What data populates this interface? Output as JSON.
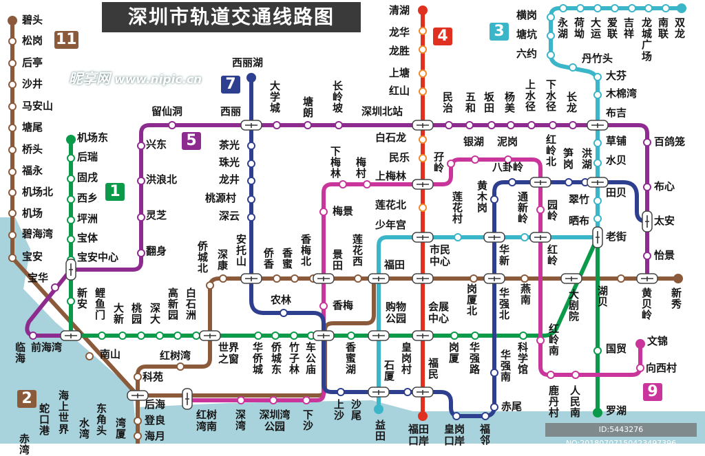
{
  "title": "深圳市轨道交通线路图",
  "watermark": {
    "logo": "昵享网",
    "url": "www.nipic.cn"
  },
  "image_id": "ID:5443276 NO:20180707150423497396",
  "lines": {
    "l1": {
      "number": "1",
      "color": "#0b9a4a"
    },
    "l2": {
      "number": "2",
      "color": "#8a5a3b"
    },
    "l3": {
      "number": "3",
      "color": "#3bb5c8"
    },
    "l4": {
      "number": "4",
      "color": "#e03020"
    },
    "l5": {
      "number": "5",
      "color": "#8e2b8f"
    },
    "l7": {
      "number": "7",
      "color": "#2d3f8e"
    },
    "l9": {
      "number": "9",
      "color": "#c9359a"
    },
    "l11": {
      "number": "11",
      "color": "#8a5a3b"
    }
  },
  "water_color": "#a9d3dc",
  "stations": {
    "l11": [
      "碧头",
      "松岗",
      "后亭",
      "沙井",
      "马安山",
      "塘尾",
      "桥头",
      "福永",
      "机场北",
      "机场",
      "碧海湾",
      "宝安",
      "宝华",
      "南山"
    ],
    "l1": [
      "机场东",
      "后瑞",
      "固戌",
      "西乡",
      "坪洲",
      "宝体",
      "宝安中心",
      "新安",
      "鲤鱼门",
      "大新",
      "桃园",
      "深大",
      "高新园",
      "白石洲",
      "前海湾",
      "世界之窗",
      "华侨城",
      "侨城东",
      "竹子林",
      "车公庙",
      "香蜜湖",
      "购物公园",
      "会展中心",
      "岗厦",
      "华强路",
      "科学馆",
      "大剧院",
      "老街",
      "国贸",
      "罗湖"
    ],
    "l5": [
      "临海",
      "兴东",
      "洪浪北",
      "灵芝",
      "翻身",
      "留仙洞",
      "西丽",
      "大学城",
      "塘朗",
      "长岭坡",
      "深圳北站",
      "民治",
      "五和",
      "坂田",
      "杨美",
      "上水径",
      "下水径",
      "长龙",
      "布吉",
      "百鸽笼",
      "布心",
      "太安",
      "怡景",
      "黄贝岭"
    ],
    "l4": [
      "清湖",
      "龙华",
      "龙胜",
      "上塘",
      "红山",
      "白石龙",
      "民乐",
      "上梅林",
      "莲花北",
      "少年宫",
      "市民中心",
      "福民",
      "福田口岸"
    ],
    "l7": [
      "西丽湖",
      "茶光",
      "珠光",
      "龙井",
      "桃源村",
      "深云",
      "安托山",
      "农林",
      "上沙",
      "沙尾",
      "石厦",
      "皇岗村",
      "皇岗口岸",
      "福邻",
      "赤尾",
      "华强南",
      "华强北",
      "华新",
      "黄木岗",
      "八卦岭",
      "红岭北",
      "笋岗",
      "洪湖",
      "田贝"
    ],
    "l9": [
      "红树湾南",
      "深湾",
      "深圳湾公园",
      "下沙",
      "香梅",
      "景田",
      "梅景",
      "下梅林",
      "梅村",
      "孖岭",
      "银湖",
      "泥岗",
      "园岭",
      "红岭",
      "红岭南",
      "鹿丹村",
      "人民南",
      "向西村",
      "文锦"
    ],
    "l2": [
      "赤湾",
      "蛇口港",
      "海上世界",
      "水湾",
      "东角头",
      "湾厦",
      "后海",
      "登良",
      "海月",
      "科苑",
      "红树湾",
      "侨城北",
      "深康",
      "侨香",
      "香蜜",
      "香梅北",
      "莲花西",
      "福田",
      "岗厦北",
      "燕南",
      "湖贝",
      "新秀"
    ],
    "l3": [
      "横岗",
      "塘坑",
      "六约",
      "永湖",
      "荷坳",
      "大运",
      "爱联",
      "吉祥",
      "龙城广场",
      "南联",
      "双龙",
      "丹竹头",
      "大芬",
      "木棉湾",
      "草铺",
      "水贝",
      "翠竹",
      "晒布",
      "莲花村",
      "通新岭",
      "益田"
    ]
  }
}
